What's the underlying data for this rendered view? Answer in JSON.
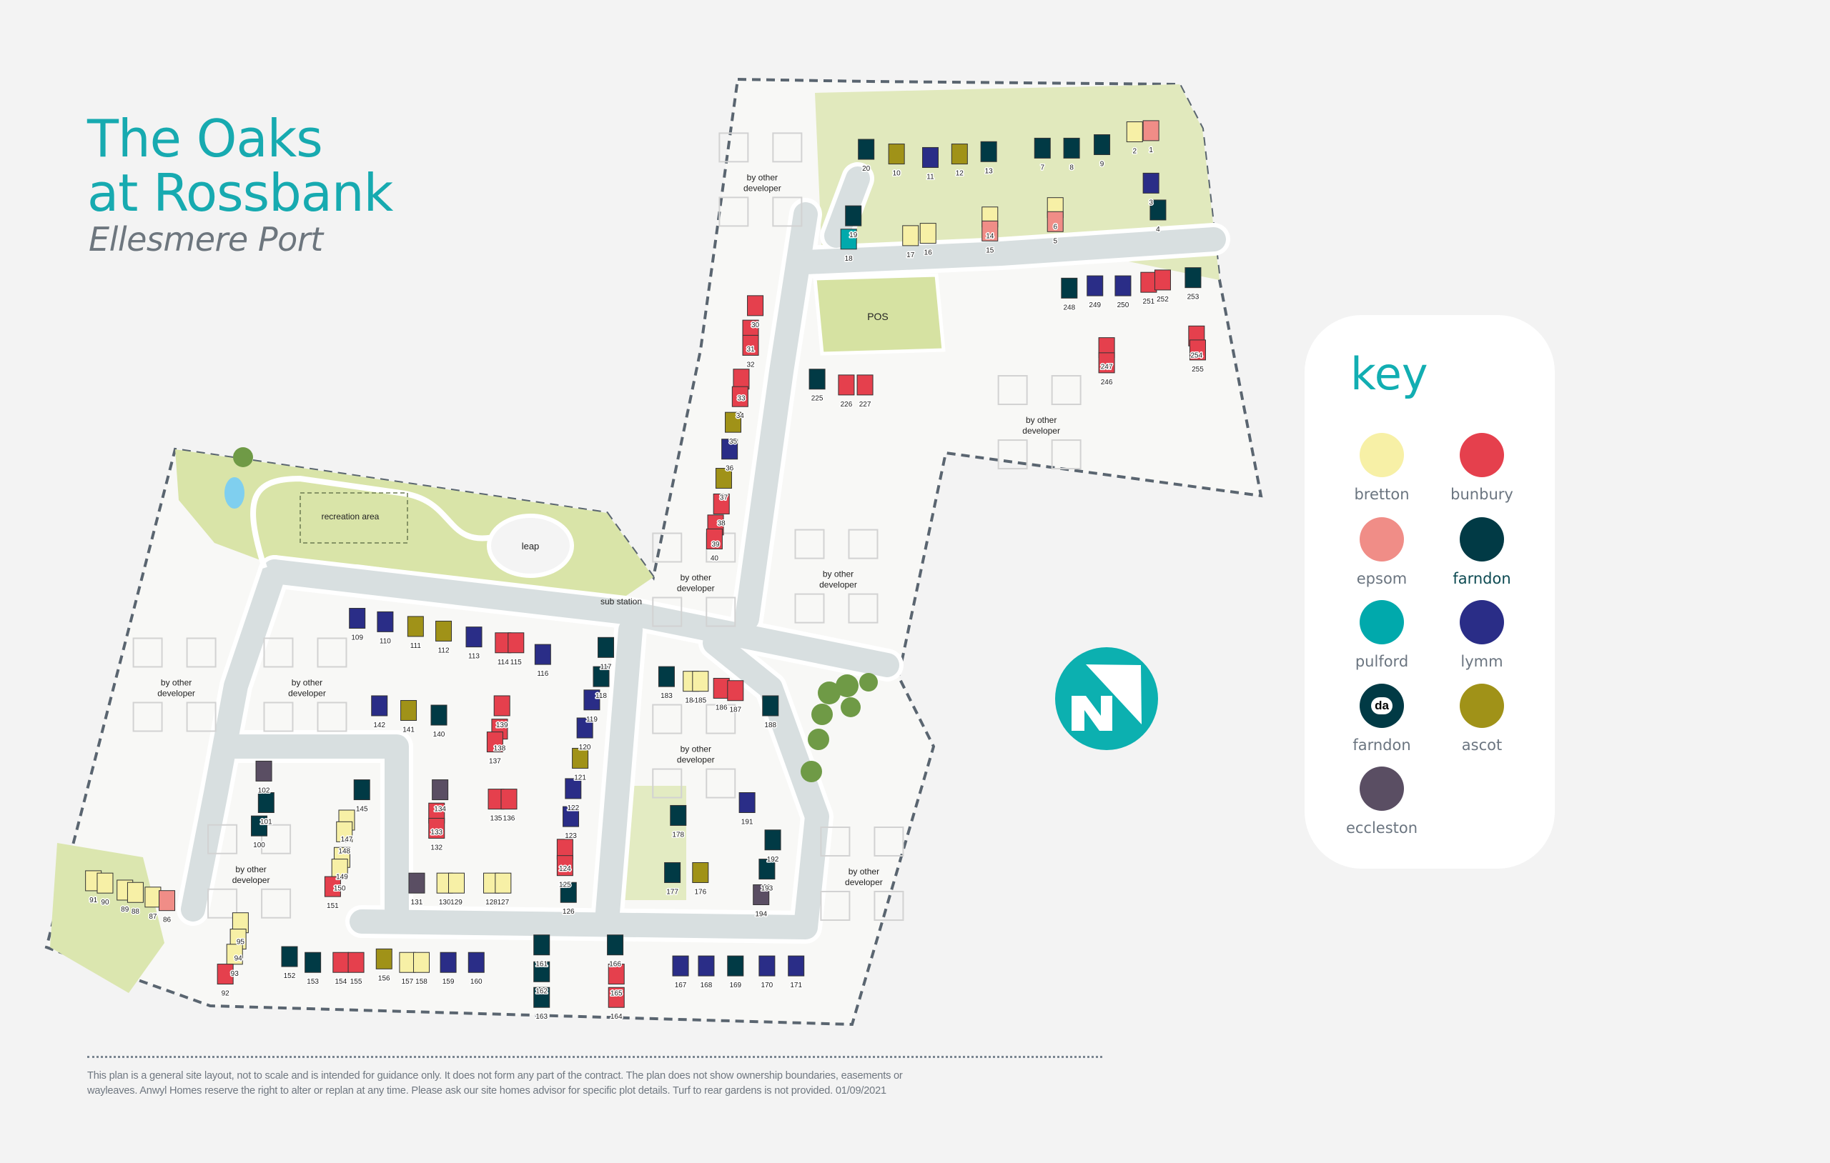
{
  "header": {
    "title_line1": "The Oaks",
    "title_line2": "at Rossbank",
    "subtitle": "Ellesmere Port"
  },
  "key": {
    "title": "key",
    "items": [
      {
        "label": "bretton",
        "color": "#f7f0a6"
      },
      {
        "label": "bunbury",
        "color": "#e5404d"
      },
      {
        "label": "epsom",
        "color": "#f08d87"
      },
      {
        "label": "farndon",
        "color": "#013a45"
      },
      {
        "label": "pulford",
        "color": "#00a9ac"
      },
      {
        "label": "lymm",
        "color": "#2a2d87"
      },
      {
        "label": "farndon",
        "color": "#013a45",
        "badge": "da"
      },
      {
        "label": "ascot",
        "color": "#a09218"
      },
      {
        "label": "eccleston",
        "color": "#5a4e63"
      }
    ]
  },
  "colors": {
    "bretton": "#f7f0a6",
    "bunbury": "#e5404d",
    "epsom": "#f08d87",
    "farndon": "#013a45",
    "pulford": "#00a9ac",
    "lymm": "#2a2d87",
    "ascot": "#a09218",
    "eccleston": "#5a4e63",
    "accent": "#17aab0"
  },
  "map": {
    "labels": {
      "pos": "POS",
      "recreation": "recreation area",
      "leap": "leap",
      "substation": "sub station",
      "other_dev_line1": "by other",
      "other_dev_line2": "developer"
    },
    "north_icon": "north-arrow-icon",
    "houses": [
      {
        "type": "farndon",
        "plot": "20"
      },
      {
        "type": "ascot",
        "plot": "10"
      },
      {
        "type": "lymm",
        "plot": "11"
      },
      {
        "type": "ascot",
        "plot": "12"
      },
      {
        "type": "farndon",
        "plot": "13"
      },
      {
        "type": "farndon",
        "plot": "19"
      },
      {
        "type": "pulford",
        "plot": "18"
      },
      {
        "type": "bretton",
        "plot": "17"
      },
      {
        "type": "bretton",
        "plot": "16"
      },
      {
        "type": "bretton",
        "plot": "14"
      },
      {
        "type": "epsom",
        "plot": "15"
      },
      {
        "type": "farndon",
        "plot": "7"
      },
      {
        "type": "farndon",
        "plot": "8"
      },
      {
        "type": "farndon",
        "plot": "9"
      },
      {
        "type": "bretton",
        "plot": "2"
      },
      {
        "type": "epsom",
        "plot": "1"
      },
      {
        "type": "lymm",
        "plot": "3"
      },
      {
        "type": "farndon",
        "plot": "4"
      },
      {
        "type": "bretton",
        "plot": "6"
      },
      {
        "type": "epsom",
        "plot": "5"
      },
      {
        "type": "farndon",
        "plot": "248"
      },
      {
        "type": "lymm",
        "plot": "249"
      },
      {
        "type": "lymm",
        "plot": "250"
      },
      {
        "type": "bunbury",
        "plot": "251"
      },
      {
        "type": "bunbury",
        "plot": "252"
      },
      {
        "type": "farndon",
        "plot": "253"
      },
      {
        "type": "bunbury",
        "plot": "247"
      },
      {
        "type": "bunbury",
        "plot": "246"
      },
      {
        "type": "bunbury",
        "plot": "254"
      },
      {
        "type": "bunbury",
        "plot": "255"
      },
      {
        "type": "farndon",
        "plot": "225"
      },
      {
        "type": "bunbury",
        "plot": "226"
      },
      {
        "type": "bunbury",
        "plot": "227"
      },
      {
        "type": "bunbury",
        "plot": "30"
      },
      {
        "type": "bunbury",
        "plot": "31"
      },
      {
        "type": "bunbury",
        "plot": "32"
      },
      {
        "type": "bunbury",
        "plot": "33"
      },
      {
        "type": "bunbury",
        "plot": "34"
      },
      {
        "type": "ascot",
        "plot": "35"
      },
      {
        "type": "lymm",
        "plot": "36"
      },
      {
        "type": "ascot",
        "plot": "37"
      },
      {
        "type": "bunbury",
        "plot": "38"
      },
      {
        "type": "bunbury",
        "plot": "39"
      },
      {
        "type": "bunbury",
        "plot": "40"
      },
      {
        "type": "lymm",
        "plot": "109"
      },
      {
        "type": "lymm",
        "plot": "110"
      },
      {
        "type": "ascot",
        "plot": "111"
      },
      {
        "type": "ascot",
        "plot": "112"
      },
      {
        "type": "lymm",
        "plot": "113"
      },
      {
        "type": "bunbury",
        "plot": "114"
      },
      {
        "type": "bunbury",
        "plot": "115"
      },
      {
        "type": "lymm",
        "plot": "116"
      },
      {
        "type": "farndon",
        "plot": "117"
      },
      {
        "type": "farndon",
        "plot": "118"
      },
      {
        "type": "lymm",
        "plot": "119"
      },
      {
        "type": "lymm",
        "plot": "120"
      },
      {
        "type": "ascot",
        "plot": "121"
      },
      {
        "type": "lymm",
        "plot": "122"
      },
      {
        "type": "lymm",
        "plot": "123"
      },
      {
        "type": "bunbury",
        "plot": "124"
      },
      {
        "type": "bunbury",
        "plot": "125"
      },
      {
        "type": "farndon",
        "plot": "126"
      },
      {
        "type": "bunbury",
        "plot": "139"
      },
      {
        "type": "bunbury",
        "plot": "138"
      },
      {
        "type": "bunbury",
        "plot": "137"
      },
      {
        "type": "lymm",
        "plot": "142"
      },
      {
        "type": "ascot",
        "plot": "141"
      },
      {
        "type": "farndon",
        "plot": "140"
      },
      {
        "type": "farndon",
        "plot": "183"
      },
      {
        "type": "bretton",
        "plot": "184"
      },
      {
        "type": "bretton",
        "plot": "185"
      },
      {
        "type": "bunbury",
        "plot": "186"
      },
      {
        "type": "bunbury",
        "plot": "187"
      },
      {
        "type": "farndon",
        "plot": "188"
      },
      {
        "type": "eccleston",
        "plot": "102"
      },
      {
        "type": "farndon",
        "plot": "101"
      },
      {
        "type": "farndon",
        "plot": "100"
      },
      {
        "type": "farndon",
        "plot": "145"
      },
      {
        "type": "bretton",
        "plot": "147"
      },
      {
        "type": "bretton",
        "plot": "148"
      },
      {
        "type": "bretton",
        "plot": "149"
      },
      {
        "type": "bretton",
        "plot": "150"
      },
      {
        "type": "bunbury",
        "plot": "151"
      },
      {
        "type": "eccleston",
        "plot": "134"
      },
      {
        "type": "bunbury",
        "plot": "133"
      },
      {
        "type": "bunbury",
        "plot": "132"
      },
      {
        "type": "bunbury",
        "plot": "135"
      },
      {
        "type": "bunbury",
        "plot": "136"
      },
      {
        "type": "eccleston",
        "plot": "131"
      },
      {
        "type": "bretton",
        "plot": "130"
      },
      {
        "type": "bretton",
        "plot": "129"
      },
      {
        "type": "bretton",
        "plot": "128"
      },
      {
        "type": "bretton",
        "plot": "127"
      },
      {
        "type": "farndon",
        "plot": "178"
      },
      {
        "type": "lymm",
        "plot": "191"
      },
      {
        "type": "farndon",
        "plot": "192"
      },
      {
        "type": "farndon",
        "plot": "193"
      },
      {
        "type": "eccleston",
        "plot": "194"
      },
      {
        "type": "farndon",
        "plot": "177"
      },
      {
        "type": "ascot",
        "plot": "176"
      },
      {
        "type": "bretton",
        "plot": "91"
      },
      {
        "type": "bretton",
        "plot": "90"
      },
      {
        "type": "bretton",
        "plot": "89"
      },
      {
        "type": "bretton",
        "plot": "88"
      },
      {
        "type": "bretton",
        "plot": "87"
      },
      {
        "type": "epsom",
        "plot": "86"
      },
      {
        "type": "bretton",
        "plot": "95"
      },
      {
        "type": "bretton",
        "plot": "94"
      },
      {
        "type": "bretton",
        "plot": "93"
      },
      {
        "type": "bunbury",
        "plot": "92"
      },
      {
        "type": "farndon",
        "plot": "152"
      },
      {
        "type": "farndon",
        "plot": "153"
      },
      {
        "type": "bunbury",
        "plot": "154"
      },
      {
        "type": "bunbury",
        "plot": "155"
      },
      {
        "type": "ascot",
        "plot": "156"
      },
      {
        "type": "bretton",
        "plot": "157"
      },
      {
        "type": "bretton",
        "plot": "158"
      },
      {
        "type": "lymm",
        "plot": "159"
      },
      {
        "type": "lymm",
        "plot": "160"
      },
      {
        "type": "farndon",
        "plot": "161"
      },
      {
        "type": "farndon",
        "plot": "162"
      },
      {
        "type": "farndon",
        "plot": "163"
      },
      {
        "type": "farndon",
        "plot": "166"
      },
      {
        "type": "bunbury",
        "plot": "165"
      },
      {
        "type": "bunbury",
        "plot": "164"
      },
      {
        "type": "lymm",
        "plot": "167"
      },
      {
        "type": "lymm",
        "plot": "168"
      },
      {
        "type": "farndon",
        "plot": "169"
      },
      {
        "type": "lymm",
        "plot": "170"
      },
      {
        "type": "lymm",
        "plot": "171"
      }
    ]
  },
  "footer": {
    "disclaimer_line1": "This plan is a general site layout, not to scale and is intended for guidance only. It does not form any part of the contract. The plan does not show ownership boundaries, easements or",
    "disclaimer_line2": "wayleaves. Anwyl Homes reserve the right to alter or replan at any time.  Please ask our site homes advisor for specific plot details. Turf to rear gardens is not provided. 01/09/2021"
  }
}
